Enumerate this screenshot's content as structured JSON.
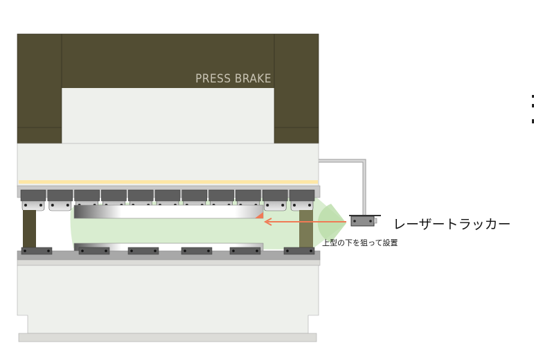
{
  "machine": {
    "brand_text": "PRESS BRAKE"
  },
  "annotations": {
    "tracker_label": "レーザートラッカー",
    "mount_note": "上型の下を狙って設置"
  },
  "colors": {
    "frame": "#524d33",
    "body": "#eef0ec",
    "stripe": "#fde6a6",
    "holder": "#5e5e5e",
    "beam": "#c9c9c9",
    "laser": "#f07a55",
    "field": "#cfe8c4"
  }
}
